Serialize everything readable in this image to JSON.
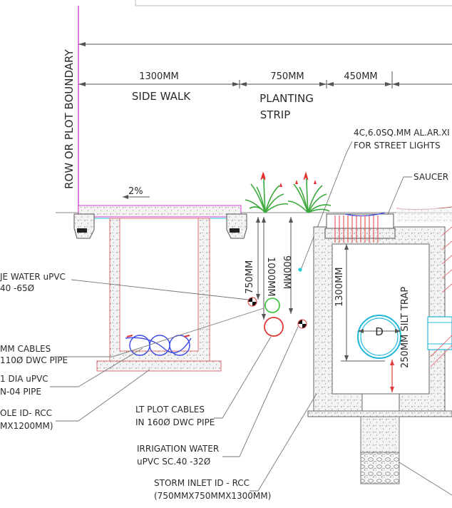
{
  "boundary": {
    "label": "ROW OR PLOT BOUNDARY"
  },
  "dimensions": {
    "side_walk": "1300MM",
    "planting_strip": "750MM",
    "right": "450MM",
    "depth_750": "750MM",
    "depth_1000": "1000MM",
    "depth_900": "900MM",
    "depth_1300": "1300MM",
    "silt_trap": "250MM SILT TRAP",
    "pipe_d": "D"
  },
  "zones": {
    "side_walk": "SIDE WALK",
    "planting_strip_1": "PLANTING",
    "planting_strip_2": "STRIP",
    "slope": "2%"
  },
  "labels": {
    "street_lights_1": "4C,6.0SQ.MM AL.AR.XI",
    "street_lights_2": "FOR STREET LIGHTS",
    "saucer": "SAUCER",
    "treated_water_1": "JE WATER uPVC",
    "treated_water_2": "40 -65Ø",
    "mm_cables_1": "MM CABLES",
    "mm_cables_2": "110Ø DWC PIPE",
    "dia_upvc_1": "1 DIA uPVC",
    "dia_upvc_2": "N-04 PIPE",
    "hole_1": "OLE ID- RCC",
    "hole_2": "MX1200MM)",
    "lt_plot_1": "LT PLOT CABLES",
    "lt_plot_2": "IN 160Ø DWC PIPE",
    "irrigation_1": "IRRIGATION WATER",
    "irrigation_2": "uPVC SC.40 -32Ø",
    "storm_1": "STORM INLET ID - RCC",
    "storm_2": "(750MMX750MMX1300MM)"
  },
  "colors": {
    "boundary": "#d040d0",
    "pipe_green": "#30c030",
    "pipe_red": "#e03a3a",
    "pipe_cyan": "#20b8d8",
    "cable_blue": "#3a4ae0",
    "plant": "#3aa83a",
    "flower": "#e83030"
  }
}
